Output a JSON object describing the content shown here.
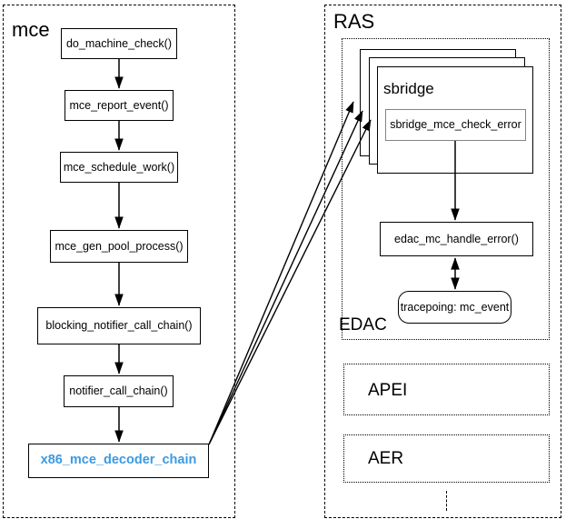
{
  "diagram": {
    "title_left": "mce",
    "title_right": "RAS",
    "panels": {
      "mce": {
        "label": "mce"
      },
      "ras": {
        "label": "RAS"
      },
      "edac": {
        "label": "EDAC"
      },
      "apei": {
        "label": "APEI"
      },
      "aer": {
        "label": "AER"
      }
    },
    "mce_chain": [
      {
        "id": "do-machine-check",
        "label": "do_machine_check()"
      },
      {
        "id": "mce-report-event",
        "label": "mce_report_event()"
      },
      {
        "id": "mce-schedule-work",
        "label": "mce_schedule_work()"
      },
      {
        "id": "mce-gen-pool-process",
        "label": "mce_gen_pool_process()"
      },
      {
        "id": "blocking-notifier-call-chain",
        "label": "blocking_notifier_call_chain()"
      },
      {
        "id": "notifier-call-chain",
        "label": "notifier_call_chain()"
      },
      {
        "id": "x86-mce-decoder-chain",
        "label": "x86_mce_decoder_chain"
      }
    ],
    "edac_nodes": {
      "sbridge_label": "sbridge",
      "sbridge_check_error": "sbridge_mce_check_error",
      "edac_mc_handle_error": "edac_mc_handle_error()",
      "tracepoint": "tracepoing: mc_event"
    },
    "colors": {
      "accent_blue": "#3b9ae1",
      "inner_box_border": "#848484",
      "stroke": "#000000",
      "background": "#ffffff"
    },
    "ellipsis": "vertical-dashed-ellipsis"
  }
}
